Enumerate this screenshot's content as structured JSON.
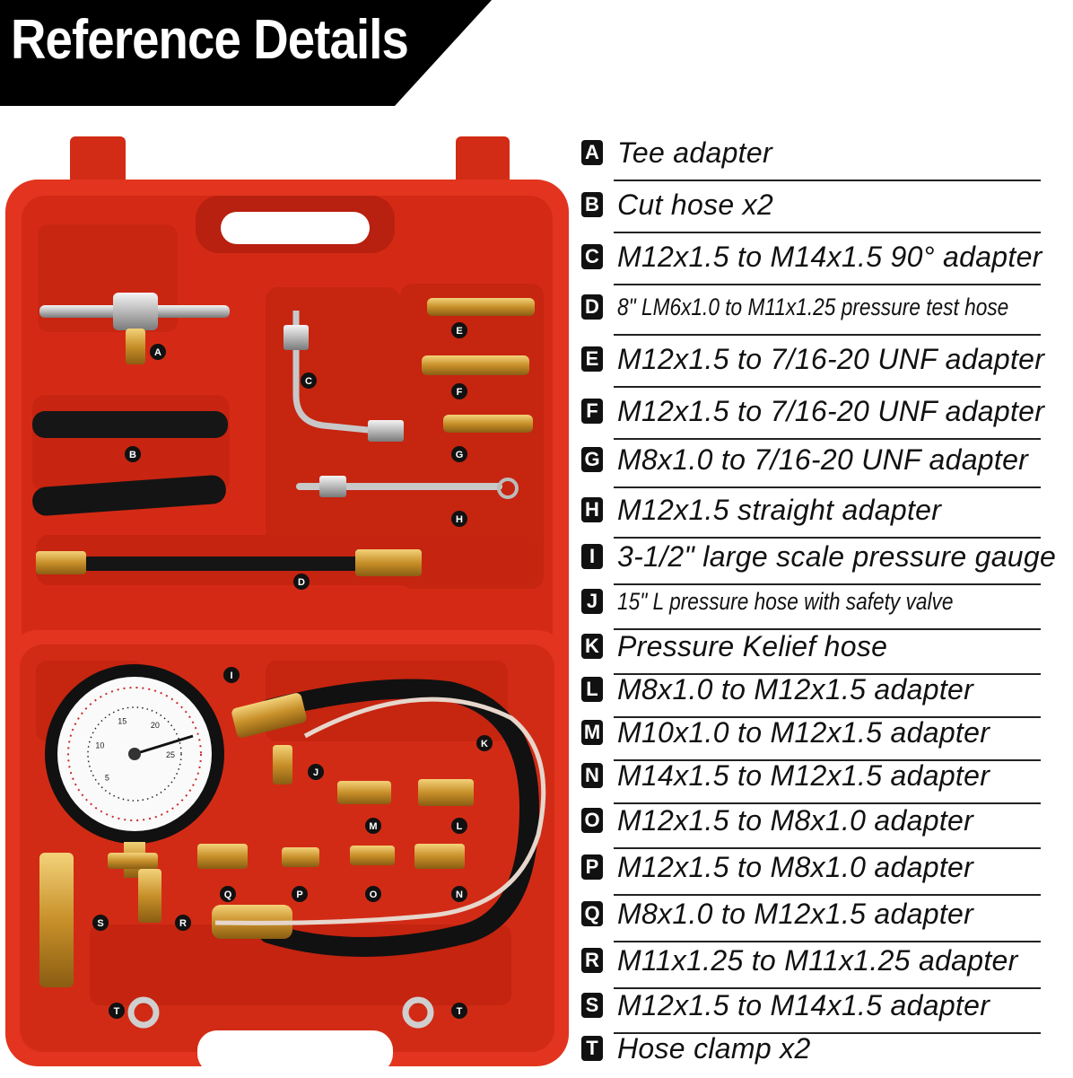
{
  "banner": {
    "title": "Reference Details"
  },
  "colors": {
    "case_red": "#e2341e",
    "case_dark": "#b8200f",
    "banner_black": "#000000",
    "brass": "#d7a53b"
  },
  "photo": {
    "case_labels": [
      "A",
      "B",
      "C",
      "D",
      "E",
      "F",
      "G",
      "H",
      "I",
      "J",
      "K",
      "L",
      "M",
      "N",
      "O",
      "P",
      "Q",
      "R",
      "S",
      "T",
      "T"
    ],
    "gauge_dial_inner": [
      "5",
      "10",
      "15",
      "20",
      "25"
    ]
  },
  "legend": [
    {
      "letter": "A",
      "text": "Tee adapter"
    },
    {
      "letter": "B",
      "text": "Cut hose x2"
    },
    {
      "letter": "C",
      "text": "M12x1.5 to M14x1.5 90° adapter"
    },
    {
      "letter": "D",
      "text": "8\" LM6x1.0 to M11x1.25 pressure test hose"
    },
    {
      "letter": "E",
      "text": "M12x1.5 to 7/16-20 UNF adapter"
    },
    {
      "letter": "F",
      "text": "M12x1.5 to 7/16-20 UNF adapter"
    },
    {
      "letter": "G",
      "text": "M8x1.0 to 7/16-20 UNF adapter"
    },
    {
      "letter": "H",
      "text": "M12x1.5 straight adapter"
    },
    {
      "letter": "I",
      "text": "3-1/2\" large scale pressure gauge"
    },
    {
      "letter": "J",
      "text": "15\" L pressure hose with safety valve"
    },
    {
      "letter": "K",
      "text": "Pressure Kelief hose"
    },
    {
      "letter": "L",
      "text": "M8x1.0 to M12x1.5 adapter"
    },
    {
      "letter": "M",
      "text": "M10x1.0 to M12x1.5 adapter"
    },
    {
      "letter": "N",
      "text": "M14x1.5 to M12x1.5 adapter"
    },
    {
      "letter": "O",
      "text": "M12x1.5 to M8x1.0 adapter"
    },
    {
      "letter": "P",
      "text": "M12x1.5 to M8x1.0 adapter"
    },
    {
      "letter": "Q",
      "text": "M8x1.0 to M12x1.5 adapter"
    },
    {
      "letter": "R",
      "text": "M11x1.25 to M11x1.25 adapter"
    },
    {
      "letter": "S",
      "text": "M12x1.5 to M14x1.5 adapter"
    },
    {
      "letter": "T",
      "text": "Hose clamp x2"
    }
  ]
}
